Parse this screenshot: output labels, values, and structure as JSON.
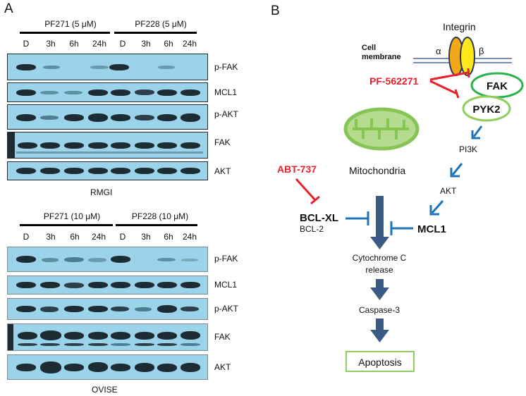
{
  "panel_a": {
    "label": "A",
    "rmgi": {
      "condition_1": "PF271 (5 μM)",
      "condition_2": "PF228 (5 μM)",
      "timepoints": [
        "D",
        "3h",
        "6h",
        "24h",
        "D",
        "3h",
        "6h",
        "24h"
      ],
      "blots": [
        "p-FAK",
        "MCL1",
        "p-AKT",
        "FAK",
        "AKT"
      ],
      "cell_line": "RMGI"
    },
    "ovise": {
      "condition_1": "PF271 (10 μM)",
      "condition_2": "PF228 (10 μM)",
      "timepoints": [
        "D",
        "3h",
        "6h",
        "24h",
        "D",
        "3h",
        "6h",
        "24h"
      ],
      "blots": [
        "p-FAK",
        "MCL1",
        "p-AKT",
        "FAK",
        "AKT"
      ],
      "cell_line": "OVISE"
    }
  },
  "panel_b": {
    "label": "B",
    "integrin": "Integrin",
    "alpha": "α",
    "beta": "β",
    "cell_membrane_line1": "Cell",
    "cell_membrane_line2": "membrane",
    "pf562271": "PF-562271",
    "fak": "FAK",
    "pyk2": "PYK2",
    "pi3k": "PI3K",
    "akt": "AKT",
    "mitochondria": "Mitochondria",
    "abt737": "ABT-737",
    "bclxl": "BCL-XL",
    "bcl2": "BCL-2",
    "mcl1": "MCL1",
    "cytochrome_line1": "Cytochrome C",
    "cytochrome_line2": "release",
    "caspase3": "Caspase-3",
    "apoptosis": "Apoptosis",
    "colors": {
      "inhibitor_red": "#e8202a",
      "arrow_blue": "#1f74b8",
      "pathway_navy": "#3b5a86",
      "fak_green": "#2bb24c",
      "pyk2_green": "#8fcd5c",
      "mito_green": "#86c553",
      "integrin_orange": "#f5a817",
      "integrin_yellow": "#ffe81a",
      "blot_blue": "#9ad3ea"
    }
  }
}
